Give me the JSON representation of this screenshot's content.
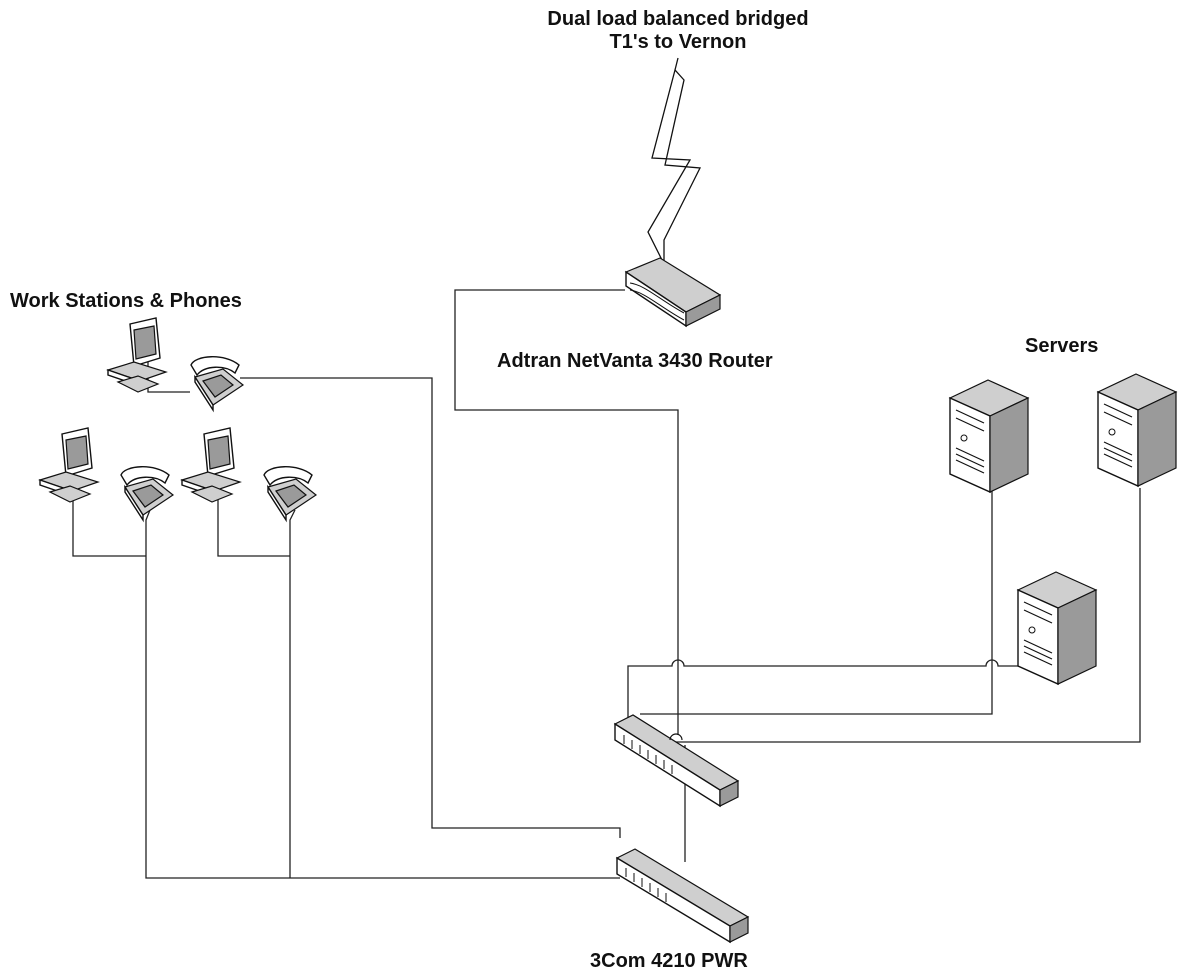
{
  "labels": {
    "wan": "Dual load balanced bridged T1's to Vernon",
    "wan_line1": "Dual load balanced bridged",
    "wan_line2": "T1's to Vernon",
    "workstations": "Work Stations & Phones",
    "router": "Adtran NetVanta 3430 Router",
    "servers": "Servers",
    "switch": "3Com 4210 PWR"
  },
  "nodes": [
    {
      "id": "router",
      "type": "router",
      "icon": "router-icon",
      "label": "Adtran NetVanta 3430 Router"
    },
    {
      "id": "switch-upper",
      "type": "switch",
      "icon": "switch-icon"
    },
    {
      "id": "switch-lower",
      "type": "switch",
      "icon": "switch-icon",
      "label": "3Com 4210 PWR"
    },
    {
      "id": "server-1",
      "type": "server",
      "icon": "server-icon"
    },
    {
      "id": "server-2",
      "type": "server",
      "icon": "server-icon"
    },
    {
      "id": "server-3",
      "type": "server",
      "icon": "server-icon"
    },
    {
      "id": "workstation-1",
      "type": "workstation",
      "icon": "computer-icon"
    },
    {
      "id": "workstation-2",
      "type": "workstation",
      "icon": "computer-icon"
    },
    {
      "id": "workstation-3",
      "type": "workstation",
      "icon": "computer-icon"
    },
    {
      "id": "phone-1",
      "type": "phone",
      "icon": "phone-icon"
    },
    {
      "id": "phone-2",
      "type": "phone",
      "icon": "phone-icon"
    },
    {
      "id": "phone-3",
      "type": "phone",
      "icon": "phone-icon"
    }
  ],
  "edges": [
    {
      "from": "router",
      "to": "switch-upper"
    },
    {
      "from": "router",
      "to": "wan",
      "style": "lightning"
    },
    {
      "from": "switch-upper",
      "to": "switch-lower"
    },
    {
      "from": "switch-upper",
      "to": "server-1"
    },
    {
      "from": "switch-upper",
      "to": "server-2"
    },
    {
      "from": "switch-upper",
      "to": "server-3"
    },
    {
      "from": "switch-lower",
      "to": "phone-1"
    },
    {
      "from": "switch-lower",
      "to": "workstation-1"
    },
    {
      "from": "switch-lower",
      "to": "workstation-2"
    },
    {
      "from": "switch-lower",
      "to": "workstation-3"
    },
    {
      "from": "switch-lower",
      "to": "phone-2"
    },
    {
      "from": "switch-lower",
      "to": "phone-3"
    }
  ]
}
